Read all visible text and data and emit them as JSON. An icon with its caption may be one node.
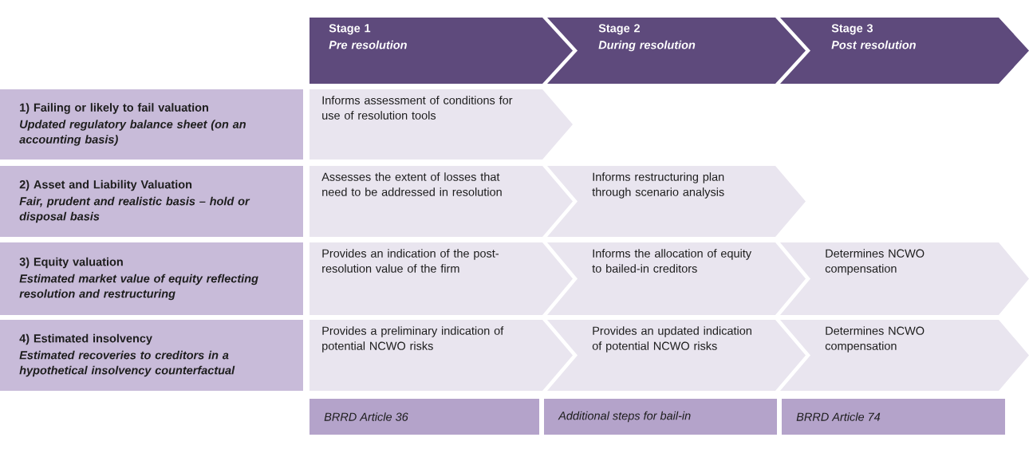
{
  "diagram": {
    "nodes": [
      {
        "text": [
          "Stage 1",
          "Pre resolution"
        ]
      },
      {
        "text": [
          "Stage 2",
          "During resolution"
        ]
      },
      {
        "text": [
          "Stage 3",
          "Post resolution"
        ]
      },
      {
        "text": [
          "1) Failing or likely to fail valuation",
          "Updated regulatory balance sheet (on an accounting basis)"
        ]
      },
      {
        "text": [
          "Informs assessment of conditions for use of resolution tools"
        ]
      },
      {
        "text": [
          "2) Asset and Liability Valuation",
          "Fair, prudent and realistic basis – hold or disposal basis"
        ]
      },
      {
        "text": [
          "Assesses the extent of losses that need to be addressed in resolution"
        ]
      },
      {
        "text": [
          "Informs restructuring plan through scenario analysis"
        ]
      },
      {
        "text": [
          "3) Equity valuation",
          "Estimated market value of equity reflecting resolution and restructuring"
        ]
      },
      {
        "text": [
          "Provides an indication of the post-resolution value of the firm"
        ]
      },
      {
        "text": [
          "Informs the allocation of equity to bailed-in creditors"
        ]
      },
      {
        "text": [
          "Determines NCWO compensation"
        ]
      },
      {
        "text": [
          "4) Estimated insolvency",
          "Estimated recoveries to creditors in a hypothetical insolvency counterfactual"
        ]
      },
      {
        "text": [
          "Provides a preliminary indication of potential NCWO risks"
        ]
      },
      {
        "text": [
          "Provides an updated indication of potential NCWO risks"
        ]
      },
      {
        "text": [
          "Determines NCWO compensation"
        ]
      },
      {
        "text": [
          "BRRD Article 36"
        ]
      },
      {
        "text": [
          "Additional steps for bail-in"
        ]
      },
      {
        "text": [
          "BRRD Article 74"
        ]
      }
    ]
  }
}
